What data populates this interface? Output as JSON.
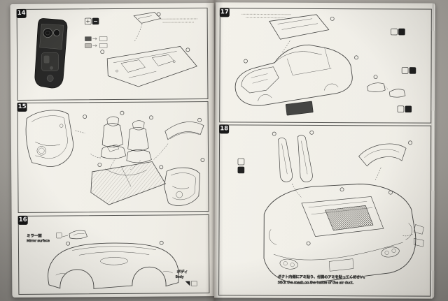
{
  "photo": {
    "background": "#9c9993",
    "paper": "#f1efe8",
    "ink": "#3c3c3a",
    "badge_bg": "#0d0d0d",
    "badge_fg": "#ffffff",
    "swatch_dark": "#4a4a47",
    "swatch_light": "#b9b5ae"
  },
  "steps": {
    "s14": {
      "badge": "14"
    },
    "s15": {
      "badge": "15"
    },
    "s16": {
      "badge": "16",
      "mirror_label_jp": "ミラー面",
      "mirror_label_en": "Mirror surface",
      "body_label_jp": "ボディ",
      "body_label_en": "Body"
    },
    "s17": {
      "badge": "17"
    },
    "s18": {
      "badge": "18",
      "note_jp": "ダクト内側にアミ貼り、付属のアミを貼ってください。",
      "note_en": "Stick the mesh on the inside of the air duct."
    }
  }
}
